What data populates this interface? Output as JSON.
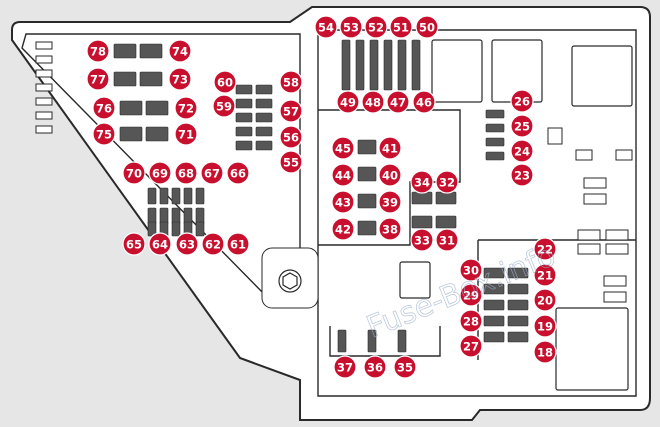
{
  "diagram": {
    "colors": {
      "background": "#e6e6e6",
      "panel": "#ffffff",
      "outline": "#2a2a2a",
      "fuse": "#565656",
      "badge": "#c8102e",
      "badge_text": "#ffffff",
      "watermark": "#9fb0cc"
    },
    "watermark": "Fuse-Box.info",
    "fuse_numbers": [
      "78",
      "74",
      "77",
      "73",
      "76",
      "72",
      "75",
      "71",
      "70",
      "69",
      "68",
      "67",
      "66",
      "65",
      "64",
      "63",
      "62",
      "61",
      "60",
      "58",
      "59",
      "57",
      "56",
      "55",
      "54",
      "53",
      "52",
      "51",
      "50",
      "49",
      "48",
      "47",
      "46",
      "45",
      "41",
      "44",
      "40",
      "43",
      "39",
      "42",
      "38",
      "34",
      "32",
      "33",
      "31",
      "26",
      "25",
      "24",
      "23",
      "22",
      "21",
      "20",
      "19",
      "18",
      "30",
      "29",
      "28",
      "27",
      "37",
      "36",
      "35"
    ]
  }
}
